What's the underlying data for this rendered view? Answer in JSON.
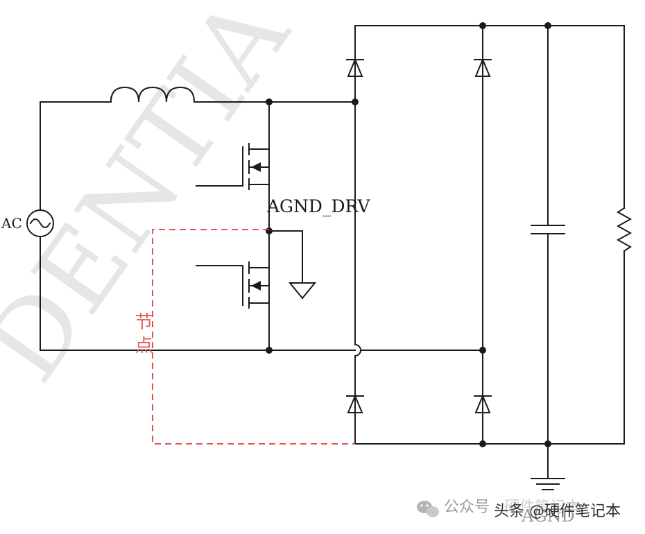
{
  "watermark": "DENTIA",
  "labels": {
    "ac_source": "AC",
    "driver_ground": "AGND_DRV",
    "output_ground": "AGND",
    "dashed_note": "节 点"
  },
  "footer": {
    "wechat_text": "公众号 · 硬件笔记本",
    "toutiao_text": "头条 @硬件笔记本"
  },
  "colors": {
    "wire": "#1a1a1a",
    "dashed_path": "#e23a3a",
    "watermark": "#e4e4e4"
  }
}
